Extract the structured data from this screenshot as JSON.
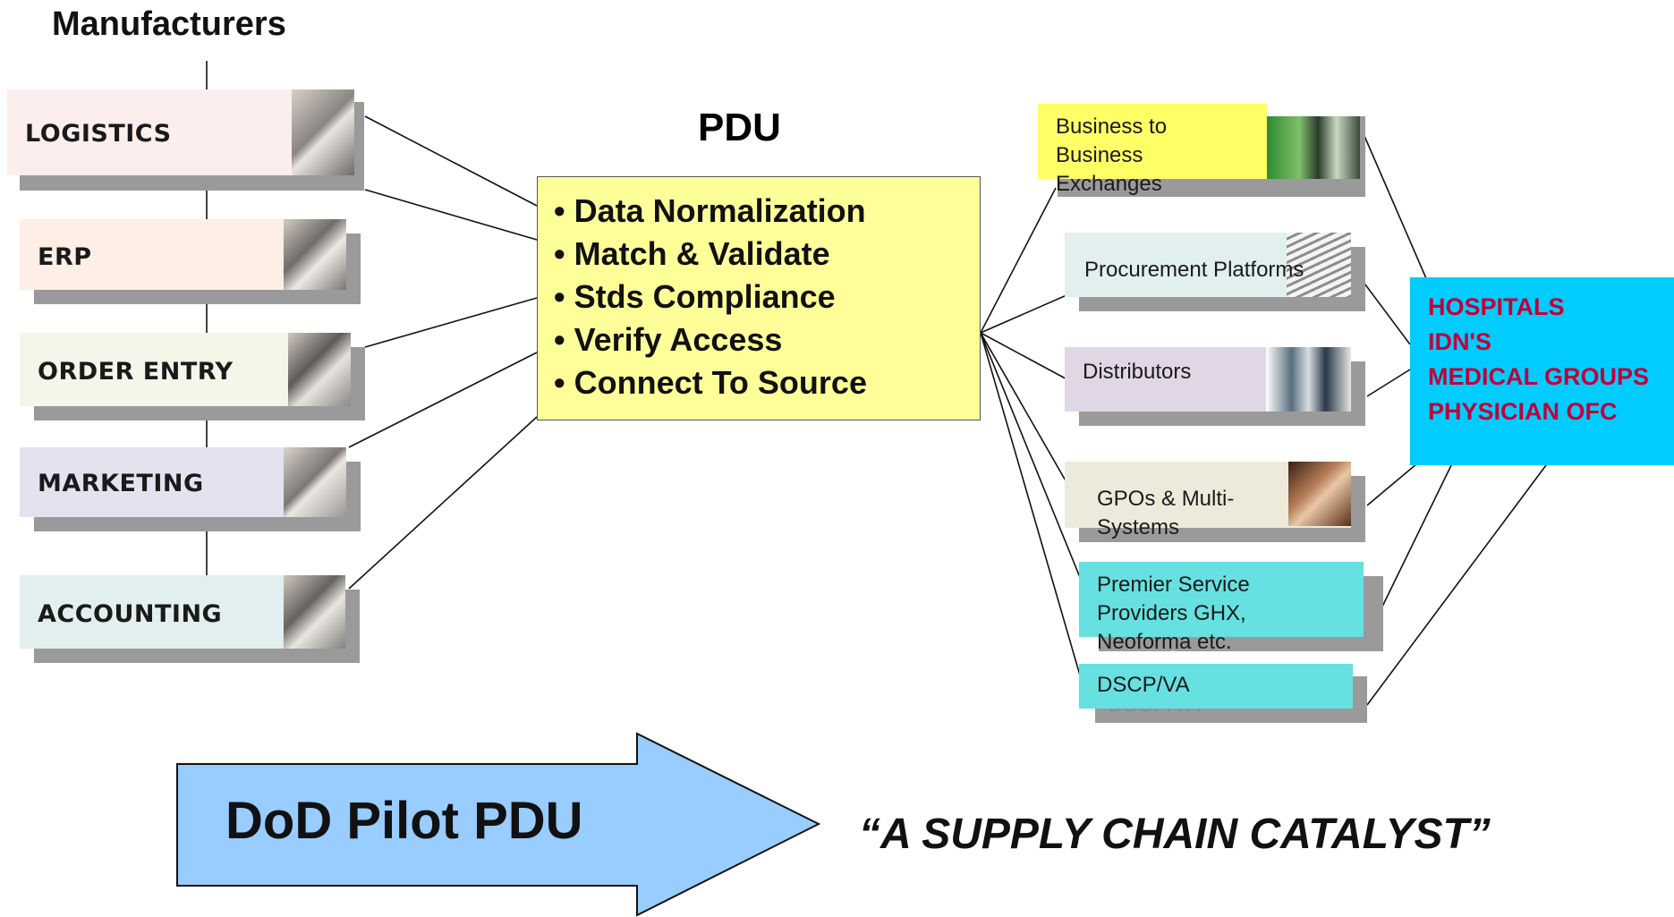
{
  "manufacturers": {
    "title": "Manufacturers",
    "items": [
      {
        "label": "LOGISTICS",
        "color": "#fdeeee"
      },
      {
        "label": "ERP",
        "color": "#fdeee6"
      },
      {
        "label": "ORDER ENTRY",
        "color": "#f3f6e8"
      },
      {
        "label": "MARKETING",
        "color": "#e4e2ef"
      },
      {
        "label": "ACCOUNTING",
        "color": "#e1efee"
      }
    ]
  },
  "pdu": {
    "title": "PDU",
    "color": "#ffff99",
    "items": [
      "• Data Normalization",
      "• Match & Validate",
      "• Stds Compliance",
      "• Verify Access",
      "• Connect To Source"
    ]
  },
  "channels": {
    "b2b": "Business to Business Exchanges",
    "procurement": "Procurement Platforms",
    "distributors": "Distributors",
    "gpos": "GPOs & Multi-Systems",
    "premier": "Premier Service Providers GHX, Neoforma etc.",
    "premier_echo": "Neoforma etc.",
    "dscp": "DSCP/VA",
    "dscp_echo": "DSCP/VA"
  },
  "customers": {
    "items": [
      "HOSPITALS",
      "IDN'S",
      "MEDICAL GROUPS",
      "PHYSICIAN OFC"
    ],
    "color": "#00ccff",
    "text_color": "#c0003a"
  },
  "arrow": {
    "label": "DoD Pilot PDU",
    "color": "#99ccff"
  },
  "tagline": "“A SUPPLY CHAIN CATALYST”"
}
